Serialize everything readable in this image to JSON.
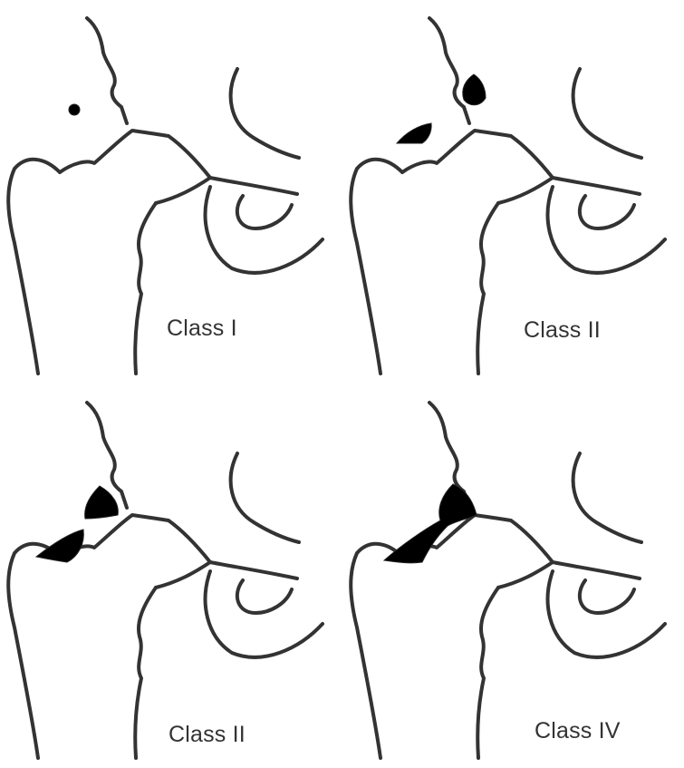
{
  "panels": [
    {
      "label": "Class I"
    },
    {
      "label": "Class II"
    },
    {
      "label": "Class II"
    },
    {
      "label": "Class IV"
    }
  ],
  "colors": {
    "line": "#333333",
    "fill": "#000000",
    "background": "#ffffff"
  }
}
